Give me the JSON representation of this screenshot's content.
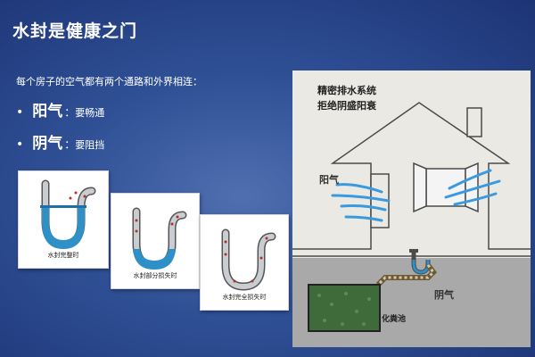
{
  "slide": {
    "title": "水封是健康之门",
    "intro": "每个房子的空气都有两个通路和外界相连：",
    "bullets": [
      {
        "key": "阳气",
        "desc": "要畅通"
      },
      {
        "key": "阴气",
        "desc": "要阻挡"
      }
    ],
    "bullet_symbol": "•",
    "colon": "："
  },
  "cards": [
    {
      "caption": "水封完整时",
      "water_level": 1.0
    },
    {
      "caption": "水封部分损失时",
      "water_level": 0.5
    },
    {
      "caption": "水封完全损失时",
      "water_level": 0.0
    }
  ],
  "diagram": {
    "title_line1": "精密排水系统",
    "title_line2": "拒绝阴盛阳衰",
    "label_yang": "阳气",
    "label_yin": "阴气",
    "label_tank": "化粪池"
  },
  "colors": {
    "background": "#2f4f95",
    "water": "#2f8fc7",
    "wind": "#3a9ae0",
    "panel": "#ebe9e3",
    "ground": "#a9a9a9",
    "tank_green": "#3f6b3a"
  }
}
